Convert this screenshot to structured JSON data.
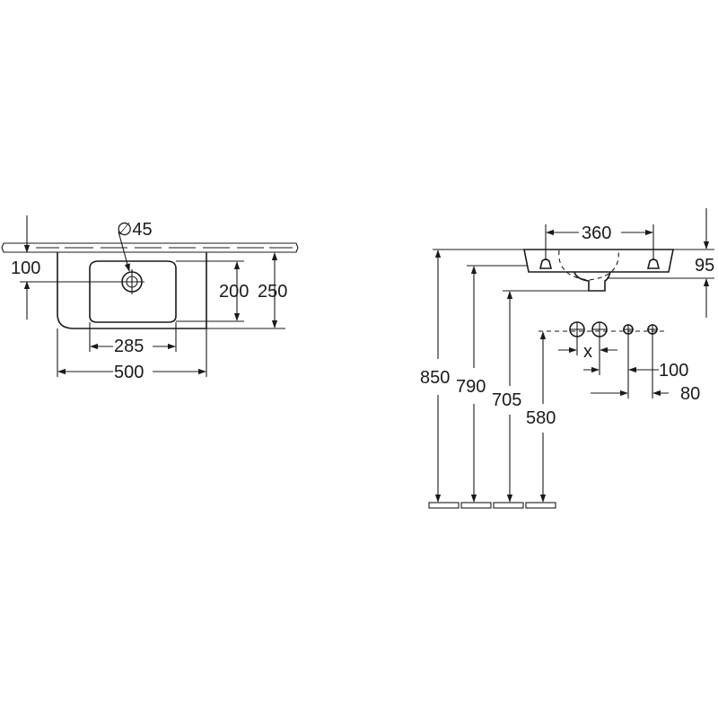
{
  "top_view": {
    "diameter": "∅45",
    "depth_100": "100",
    "bowl_depth": "200",
    "total_depth": "250",
    "bowl_width": "285",
    "total_width": "500"
  },
  "front_view": {
    "tap_spacing": "360",
    "rim_height": "95",
    "rim_850": "850",
    "h_790": "790",
    "h_705": "705",
    "h_580": "580",
    "x_label": "x",
    "offset_100": "100",
    "offset_80": "80"
  }
}
